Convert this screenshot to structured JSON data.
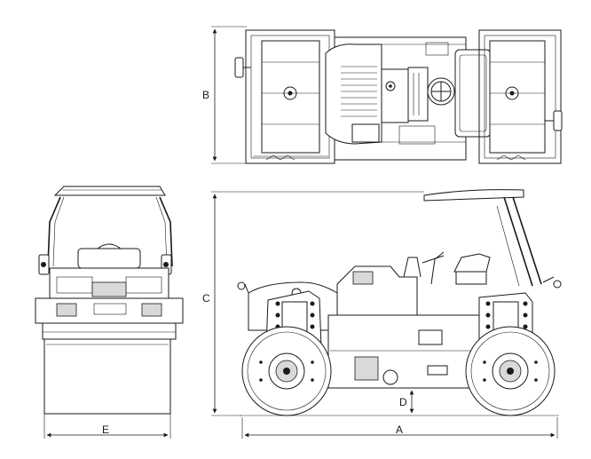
{
  "dimensions": {
    "length_label": "A",
    "width_label": "B",
    "height_label": "C",
    "clearance_label": "D",
    "drum_width_label": "E"
  },
  "colors": {
    "line": "#1a1a1a",
    "background": "#ffffff",
    "shade": "#d9d9d9"
  }
}
